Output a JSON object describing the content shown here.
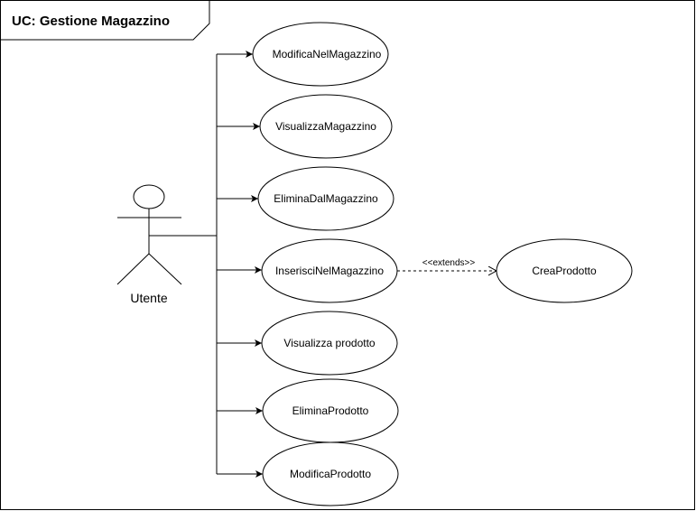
{
  "diagram": {
    "title": "UC: Gestione Magazzino",
    "actor": {
      "name": "Utente"
    },
    "use_cases": [
      {
        "id": "uc1",
        "label": "ModificaNelMagazzino"
      },
      {
        "id": "uc2",
        "label": "VisualizzaMagazzino"
      },
      {
        "id": "uc3",
        "label": "EliminaDalMagazzino"
      },
      {
        "id": "uc4",
        "label": "InserisciNelMagazzino"
      },
      {
        "id": "uc5",
        "label": "Visualizza prodotto"
      },
      {
        "id": "uc6",
        "label": "EliminaProdotto"
      },
      {
        "id": "uc7",
        "label": "ModificaProdotto"
      }
    ],
    "extension": {
      "label": "CreaProdotto",
      "stereotype": "<<extends>>"
    }
  }
}
